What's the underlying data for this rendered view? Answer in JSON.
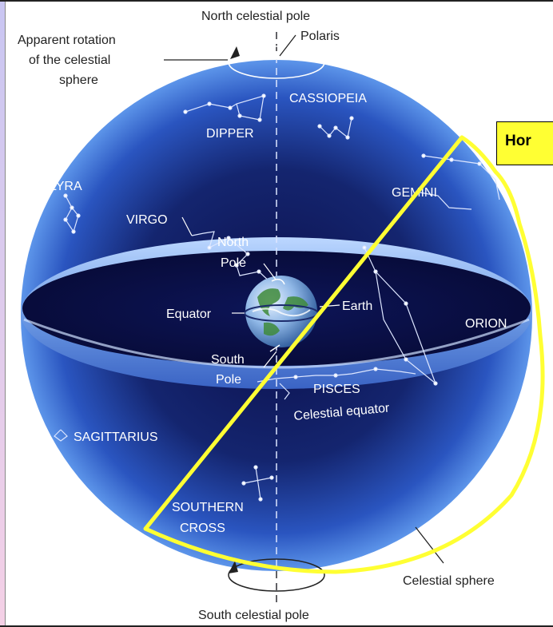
{
  "labels": {
    "north_celestial_pole": "North celestial pole",
    "polaris": "Polaris",
    "apparent_rotation_1": "Apparent rotation",
    "apparent_rotation_2": "of the celestial",
    "apparent_rotation_3": "sphere",
    "cassiopeia": "CASSIOPEIA",
    "dipper": "DIPPER",
    "lyra": "LYRA",
    "gemini": "GEMINI",
    "virgo": "VIRGO",
    "north_pole_1": "North",
    "north_pole_2": "Pole",
    "equator": "Equator",
    "earth": "Earth",
    "orion": "ORION",
    "south_pole_1": "South",
    "south_pole_2": "Pole",
    "pisces": "PISCES",
    "celestial_equator": "Celestial equator",
    "sagittarius": "SAGITTARIUS",
    "southern_cross_1": "SOUTHERN",
    "southern_cross_2": "CROSS",
    "celestial_sphere": "Celestial sphere",
    "south_celestial_pole": "South celestial pole"
  },
  "callout": {
    "horizon_label": "Hor"
  },
  "colors": {
    "sphere_light": "#5f9bf0",
    "sphere_mid": "#1f3f9e",
    "sphere_dark": "#0c0f4a",
    "highlight": "#ffff33",
    "constellation": "#dde6ff"
  },
  "icons": {
    "rotation_arrow": "curved-arrow-icon"
  }
}
